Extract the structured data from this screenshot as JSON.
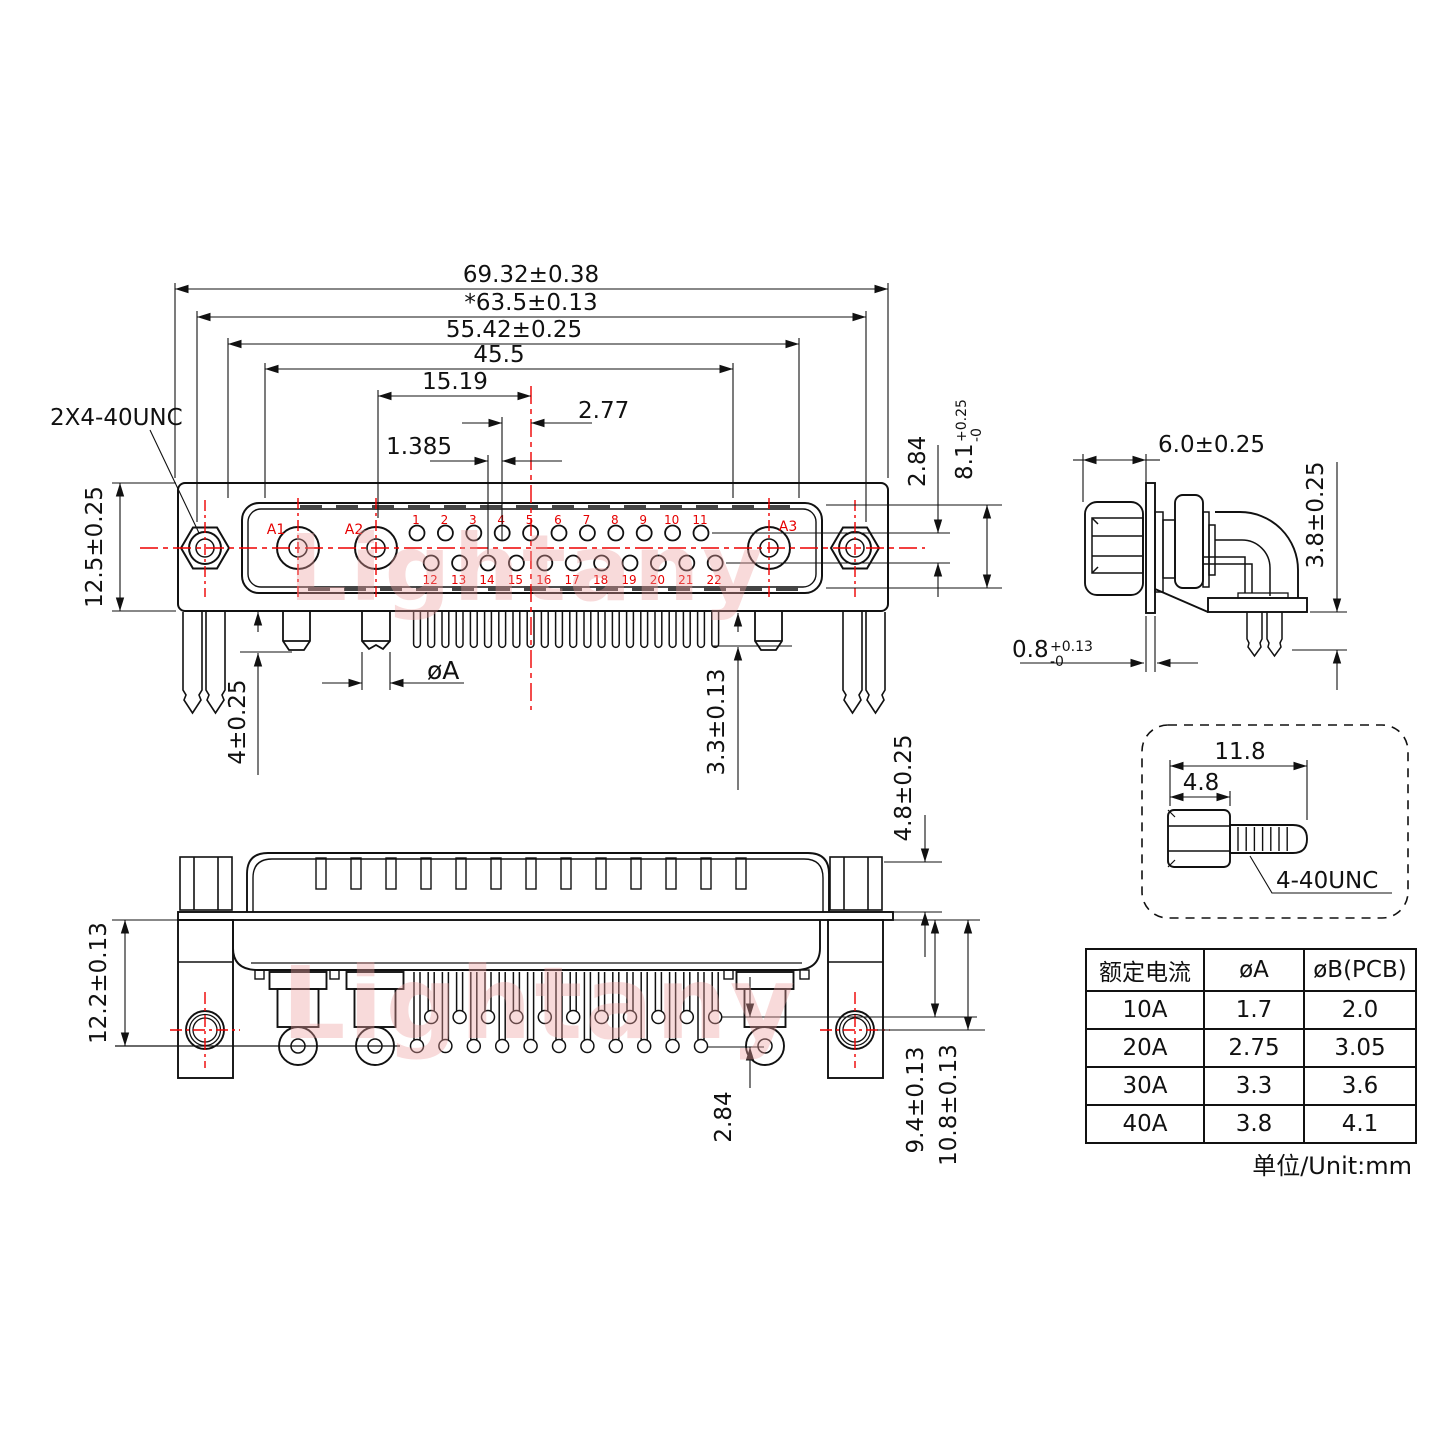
{
  "watermark": {
    "text": "Lightany",
    "color": "#eda0a0"
  },
  "front_view": {
    "thread_label": "2X4-40UNC",
    "dims": {
      "width_outer": "69.32±0.38",
      "width_mount": "*63.5±0.13",
      "width_shell": "55.42±0.25",
      "width_inner": "45.5",
      "coax_to_center": "15.19",
      "pin_pitch": "2.77",
      "pin_offset": "1.385",
      "height": "12.5±0.25",
      "leg_length": "4±0.25",
      "pin_dia": "øA",
      "a3_leg": "3.3±0.13",
      "row_gap": "2.84",
      "shell_depth": {
        "value": "8.1",
        "tol_plus": "+0.25",
        "tol_minus": "-0"
      }
    },
    "coax_labels": [
      "A1",
      "A2",
      "A3"
    ],
    "pin_top": [
      "1",
      "2",
      "3",
      "4",
      "5",
      "6",
      "7",
      "8",
      "9",
      "10",
      "11"
    ],
    "pin_bottom": [
      "12",
      "13",
      "14",
      "15",
      "16",
      "17",
      "18",
      "19",
      "20",
      "21",
      "22"
    ]
  },
  "side_view": {
    "dims": {
      "standoff": "6.0±0.25",
      "bracket_height": "3.8±0.25",
      "plate_thickness": {
        "value": "0.8",
        "tol_plus": "+0.13",
        "tol_minus": "-0"
      }
    }
  },
  "screw_detail": {
    "dims": {
      "total_length": "11.8",
      "head_length": "4.8"
    },
    "thread_label": "4-40UNC"
  },
  "bottom_view": {
    "dims": {
      "leg_height": "12.2±0.13",
      "row_gap": "2.84",
      "pin_reach_short": "9.4±0.13",
      "pin_reach_long": "10.8±0.13",
      "nut_height": "4.8±0.25"
    }
  },
  "table": {
    "headers": [
      "额定电流",
      "øA",
      "øB(PCB)"
    ],
    "rows": [
      [
        "10A",
        "1.7",
        "2.0"
      ],
      [
        "20A",
        "2.75",
        "3.05"
      ],
      [
        "30A",
        "3.3",
        "3.6"
      ],
      [
        "40A",
        "3.8",
        "4.1"
      ]
    ]
  },
  "unit_label": "单位/Unit:mm",
  "line_colors": {
    "outline": "#111111",
    "centerline": "#ee0000"
  }
}
